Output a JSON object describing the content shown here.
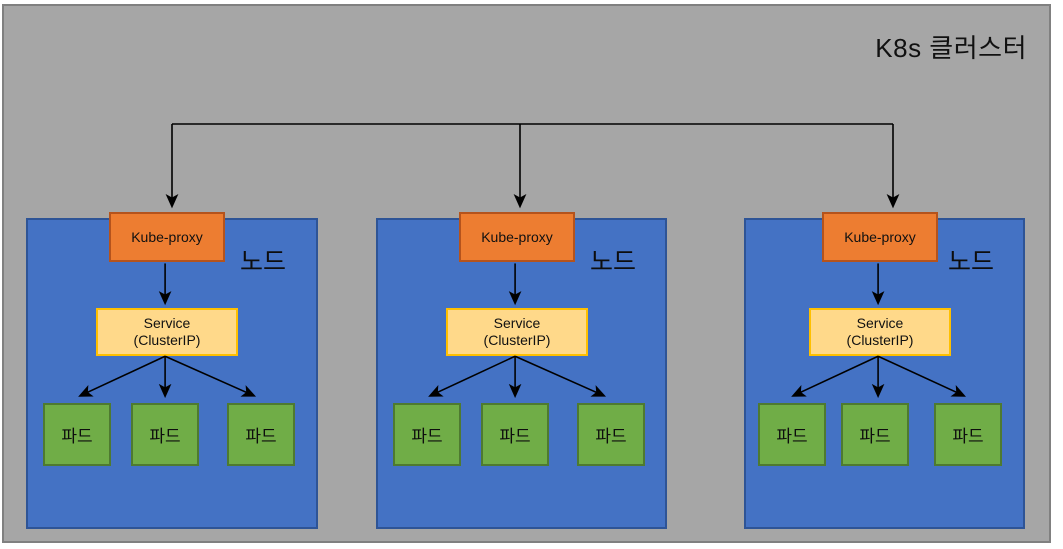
{
  "diagram": {
    "title": "K8s 클러스터",
    "background_color": "#a6a6a6",
    "border_color": "#808080",
    "canvas_color": "#ffffff"
  },
  "colors": {
    "node_fill": "#4472c4",
    "node_border": "#2e5496",
    "kube_proxy_fill": "#ed7d31",
    "kube_proxy_border": "#b5531c",
    "service_fill": "#ffd98a",
    "service_border": "#ffc000",
    "pod_fill": "#70ad47",
    "pod_border": "#4e7a30",
    "arrow_color": "#000000"
  },
  "bus": {
    "name": "ingress-distribution-bus",
    "branch_count": 3
  },
  "nodes": [
    {
      "label": "노드",
      "kube_proxy": "Kube-proxy",
      "service": {
        "line1": "Service",
        "line2": "(ClusterIP)"
      },
      "pods": [
        "파드",
        "파드",
        "파드"
      ]
    },
    {
      "label": "노드",
      "kube_proxy": "Kube-proxy",
      "service": {
        "line1": "Service",
        "line2": "(ClusterIP)"
      },
      "pods": [
        "파드",
        "파드",
        "파드"
      ]
    },
    {
      "label": "노드",
      "kube_proxy": "Kube-proxy",
      "service": {
        "line1": "Service",
        "line2": "(ClusterIP)"
      },
      "pods": [
        "파드",
        "파드",
        "파드"
      ]
    }
  ]
}
